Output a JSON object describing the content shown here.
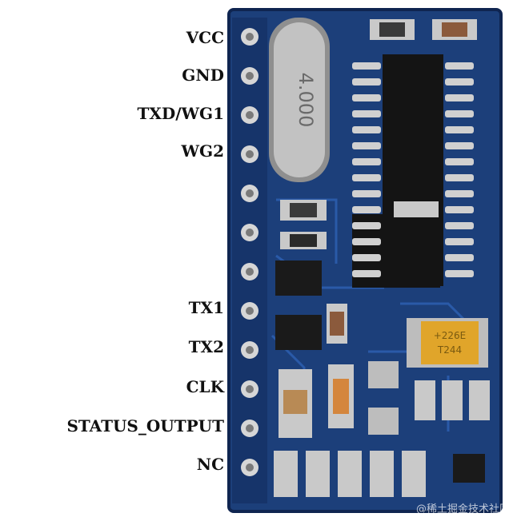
{
  "pins": [
    {
      "label": "VCC"
    },
    {
      "label": "GND"
    },
    {
      "label": "TXD/WG1"
    },
    {
      "label": "WG2"
    },
    {
      "label": ""
    },
    {
      "label": ""
    },
    {
      "label": ""
    },
    {
      "label": "TX1"
    },
    {
      "label": "TX2"
    },
    {
      "label": "CLK"
    },
    {
      "label": "STATUS_OUTPUT"
    },
    {
      "label": "NC"
    }
  ],
  "crystal": {
    "marking": "4.000"
  },
  "capacitor": {
    "marking_1": "+226E",
    "marking_2": "T244"
  },
  "watermark": "@稀土掘金技术社区",
  "colors": {
    "board": "#1c3f7a",
    "board_dark": "#163265",
    "chip": "#141414",
    "pad": "#c9c9c9",
    "crystal": "#bdbdbd",
    "tantalum": "#e0a52a"
  }
}
